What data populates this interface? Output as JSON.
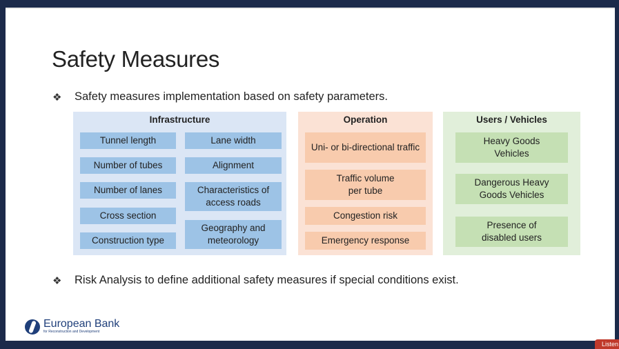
{
  "slide": {
    "title": "Safety Measures",
    "bullet_glyph": "❖",
    "bullet1": "Safety measures implementation based on safety parameters.",
    "bullet2": "Risk Analysis to define additional safety measures if special conditions exist."
  },
  "infrastructure": {
    "heading": "Infrastructure",
    "left": [
      "Tunnel length",
      "Number of tubes",
      "Number of lanes",
      "Cross section",
      "Construction type"
    ],
    "right": [
      "Lane width",
      "Alignment",
      "Characteristics of access roads",
      "Geography and meteorology"
    ]
  },
  "operation": {
    "heading": "Operation",
    "items": [
      "Uni- or bi-directional traffic",
      "Traffic volume per tube",
      "Congestion risk",
      "Emergency response"
    ]
  },
  "users": {
    "heading": "Users / Vehicles",
    "items": [
      "Heavy Goods Vehicles",
      "Dangerous Heavy Goods Vehicles",
      "Presence of disabled users"
    ]
  },
  "logo": {
    "name": "European Bank",
    "subtitle": "for Reconstruction and Development"
  },
  "listen_button": "Listen",
  "colors": {
    "infra_panel": "#dbe6f5",
    "infra_cell": "#9dc3e6",
    "op_panel": "#fbe2d5",
    "op_cell": "#f8cbad",
    "users_panel": "#e1efda",
    "users_cell": "#c5e0b4",
    "brand": "#1f3f7a"
  }
}
